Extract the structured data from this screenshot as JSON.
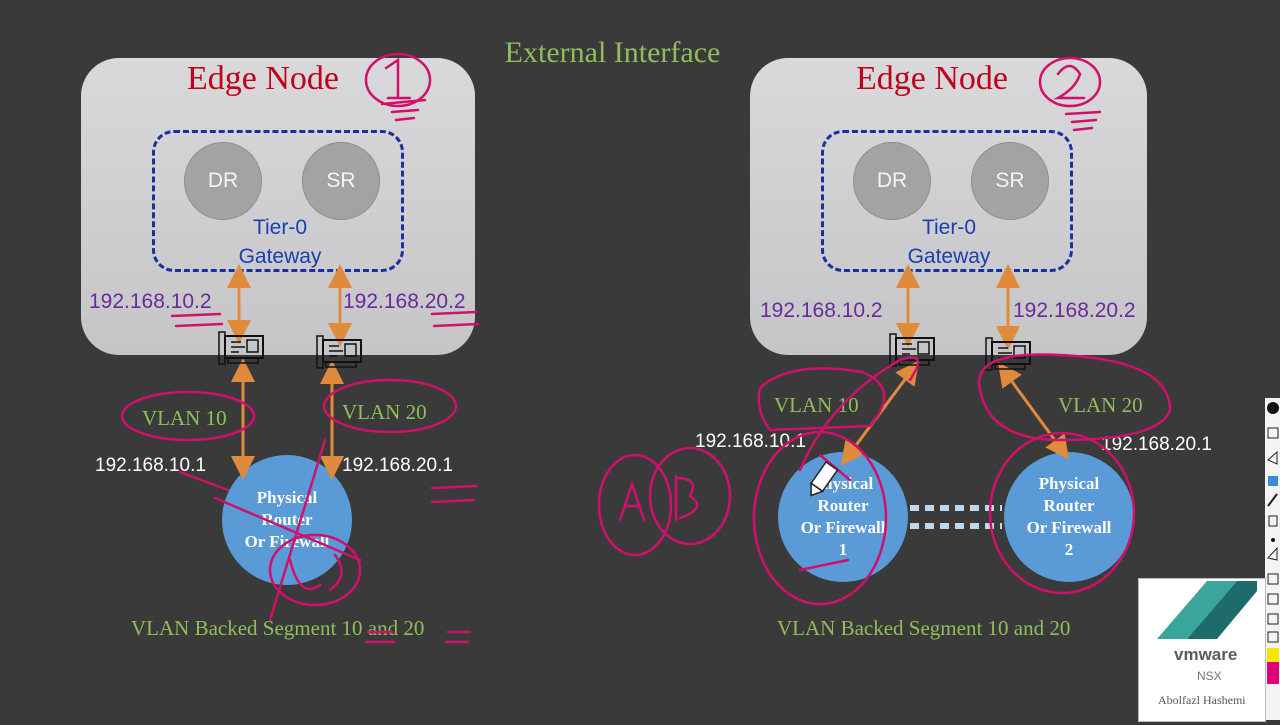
{
  "title": "External Interface",
  "left": {
    "edge_title": "Edge Node",
    "dr": "DR",
    "sr": "SR",
    "gw_line1": "Tier-0",
    "gw_line2": "Gateway",
    "ip_left": "192.168.10.2",
    "ip_right": "192.168.20.2",
    "vlan_left": "VLAN 10",
    "vlan_right": "VLAN 20",
    "phys_ip_left": "192.168.10.1",
    "phys_ip_right": "192.168.20.1",
    "router_lines": [
      "Physical",
      "Router",
      "Or Firewall"
    ],
    "segment": "VLAN Backed Segment 10 and 20"
  },
  "right": {
    "edge_title": "Edge Node",
    "dr": "DR",
    "sr": "SR",
    "gw_line1": "Tier-0",
    "gw_line2": "Gateway",
    "ip_left": "192.168.10.2",
    "ip_right": "192.168.20.2",
    "vlan_left": "VLAN 10",
    "vlan_right": "VLAN 20",
    "phys_ip_left": "192.168.10.1",
    "phys_ip_right": "192.168.20.1",
    "router1_lines": [
      "Physical",
      "Router",
      "Or Firewall",
      "1"
    ],
    "router2_lines": [
      "Physical",
      "Router",
      "Or Firewall",
      "2"
    ],
    "segment": "VLAN Backed Segment 10 and 20"
  },
  "logo": {
    "brand": "vmware",
    "product": "NSX",
    "author": "Abolfazl Hashemi"
  },
  "colors": {
    "background": "#3a3a3a",
    "edge_title": "#c0001a",
    "gateway_border": "#1a2fa0",
    "ip": "#6b2a9b",
    "vlan": "#8fbf5a",
    "router": "#5a9ad6",
    "link": "#e08a3c",
    "annotation": "#d0106a"
  }
}
